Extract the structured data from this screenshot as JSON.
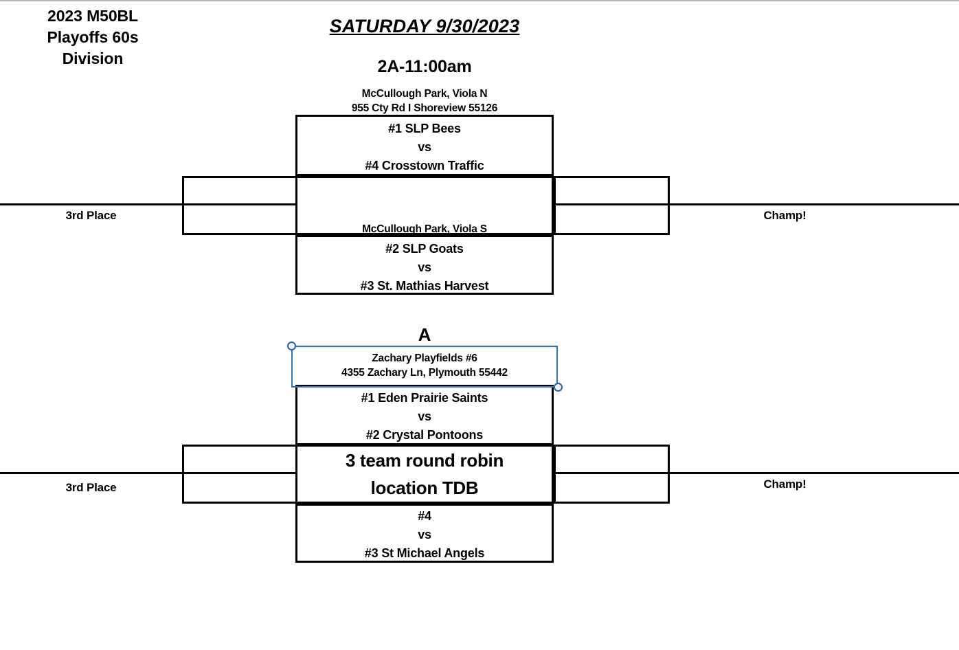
{
  "document": {
    "title_lines": [
      "2023 M50BL",
      "Playoffs  60s",
      "Division"
    ],
    "date_header": "SATURDAY 9/30/2023"
  },
  "brackets": [
    {
      "id": "bracket-2a",
      "slot_label": "2A-11:00am",
      "upper_game": {
        "venue_name": "McCullough Park, Viola N",
        "venue_address": "955 Cty Rd I Shoreview 55126",
        "team_top": "#1 SLP Bees",
        "vs": "vs",
        "team_bottom": "#4 Crosstown Traffic"
      },
      "middle_note": {
        "venue_name": "McCullough Park, Viola S",
        "text_lines": []
      },
      "lower_game": {
        "team_top": "#2 SLP Goats",
        "vs": "vs",
        "team_bottom": "#3 St. Mathias Harvest"
      },
      "third_place_label": "3rd Place",
      "champ_label": "Champ!"
    },
    {
      "id": "bracket-a",
      "slot_label": "A",
      "upper_game": {
        "venue_name": "Zachary Playfields #6",
        "venue_address": "4355 Zachary Ln, Plymouth 55442",
        "team_top": "#1 Eden Prairie Saints",
        "vs": "vs",
        "team_bottom": "#2 Crystal Pontoons"
      },
      "middle_note": {
        "venue_name": "",
        "text_lines": [
          "3 team round robin",
          "location TDB"
        ]
      },
      "lower_game": {
        "team_top": "#4",
        "vs": "vs",
        "team_bottom": "#3 St Michael Angels"
      },
      "third_place_label": "3rd Place",
      "champ_label": "Champ!"
    }
  ],
  "selection": {
    "active": true,
    "color": "#2E75B6",
    "handle_fill": "#f2f6fa",
    "handle_border": "#2E5FA3"
  }
}
